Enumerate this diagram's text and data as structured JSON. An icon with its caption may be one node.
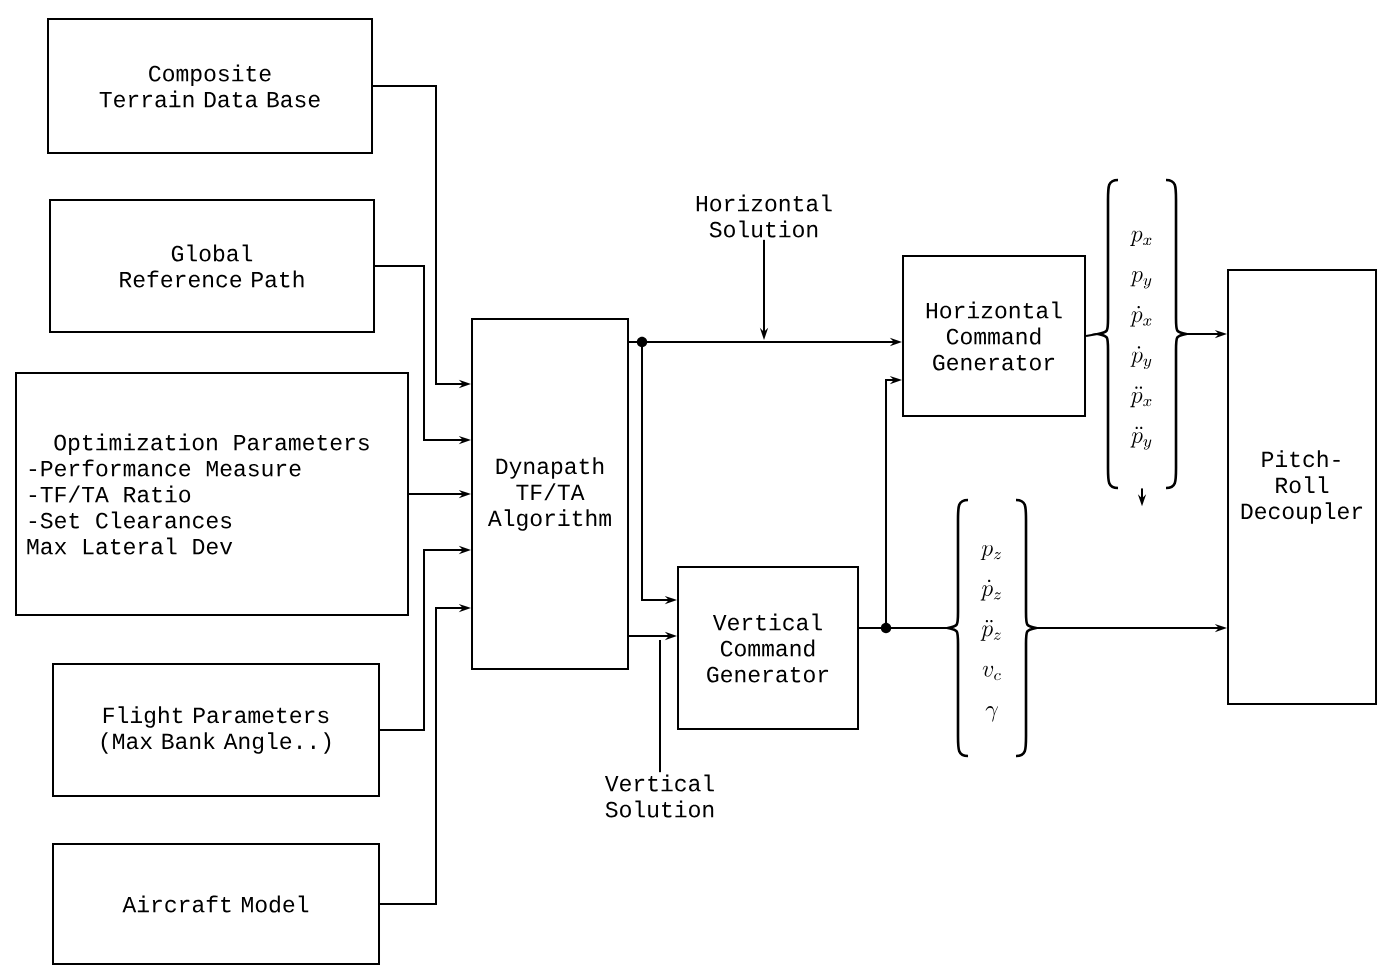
{
  "diagram": {
    "nodes": [
      {
        "text": [
          "Composite Terrain Data Base"
        ]
      },
      {
        "text": [
          "Global Reference Path"
        ]
      },
      {
        "text": [
          "Optimization Parameters",
          "-Performance Measure",
          "-TF/TA Ratio",
          "-Set Clearances",
          "Max Lateral Dev"
        ]
      },
      {
        "text": [
          "Flight Parameters (Max Bank Angle..)"
        ]
      },
      {
        "text": [
          "Aircraft Model"
        ]
      },
      {
        "text": [
          "Dynapath TF/TA Algorithm"
        ]
      },
      {
        "text": [
          "Horizontal Command Generator"
        ]
      },
      {
        "text": [
          "Vertical Command Generator"
        ]
      },
      {
        "text": [
          "Pitch-Roll Decoupler"
        ]
      },
      {
        "text": [
          "p_x",
          "p_y",
          "\\dot{p}_x",
          "\\dot{p}_y",
          "\\ddot{p}_x",
          "\\ddot{p}_y"
        ]
      },
      {
        "text": [
          "p_z",
          "\\dot{p}_z",
          "\\ddot{p}_z",
          "v_c",
          "\\gamma"
        ]
      },
      {
        "text": [
          "Horizontal Solution"
        ]
      },
      {
        "text": [
          "Vertical Solution"
        ]
      }
    ],
    "edges": [
      {
        "from": 0,
        "to": 5,
        "arrow": "to"
      },
      {
        "from": 1,
        "to": 5,
        "arrow": "to"
      },
      {
        "from": 2,
        "to": 5,
        "arrow": "to"
      },
      {
        "from": 3,
        "to": 5,
        "arrow": "to"
      },
      {
        "from": 4,
        "to": 5,
        "arrow": "to"
      },
      {
        "from": 5,
        "to": 6,
        "arrow": "to"
      },
      {
        "from": 5,
        "to": 7,
        "arrow": "to"
      },
      {
        "from": 5,
        "to": 7,
        "arrow": "to"
      },
      {
        "from": 7,
        "to": 6,
        "arrow": "to"
      },
      {
        "from": 7,
        "to": 10,
        "arrow": "none"
      },
      {
        "from": 10,
        "to": 8,
        "arrow": "to"
      },
      {
        "from": 6,
        "to": 9,
        "arrow": "none"
      },
      {
        "from": 9,
        "to": 8,
        "arrow": "to"
      },
      {
        "from": 9,
        "to": null,
        "arrow": "to"
      },
      {
        "from": 11,
        "to": null,
        "arrow": "to"
      },
      {
        "from": 12,
        "to": 7,
        "arrow": "none"
      }
    ]
  }
}
